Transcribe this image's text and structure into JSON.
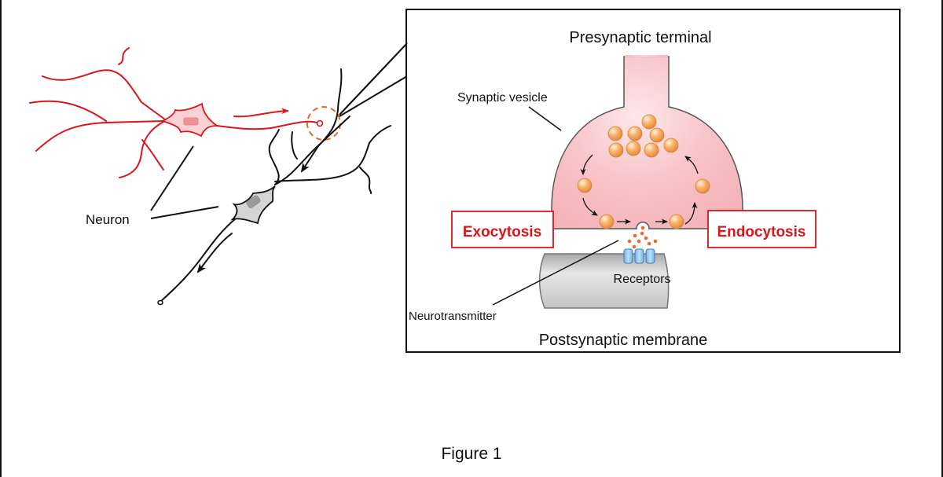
{
  "figure": {
    "caption": "Figure 1",
    "labels": {
      "neuron": "Neuron",
      "presynaptic_terminal": "Presynaptic terminal",
      "synaptic_vesicle": "Synaptic vesicle",
      "exocytosis": "Exocytosis",
      "endocytosis": "Endocytosis",
      "receptors": "Receptors",
      "neurotransmitter": "Neurotransmitter",
      "postsynaptic_membrane": "Postsynaptic membrane"
    },
    "colors": {
      "presynaptic_neuron": "#d9161b",
      "presynaptic_fill": "#f8c8cc",
      "highlight_circle": "#e8642a",
      "postsynaptic_neuron": "#111111",
      "postsynaptic_fill": "#d0d0d0",
      "terminal_fill": "#f7c2c6",
      "vesicle_fill": "#f5a85a",
      "neurotransmitter": "#ee6a2a",
      "receptor_fill": "#8ec5ef",
      "membrane_fill": "#c8c8c8",
      "label_red": "#d9161b"
    }
  }
}
